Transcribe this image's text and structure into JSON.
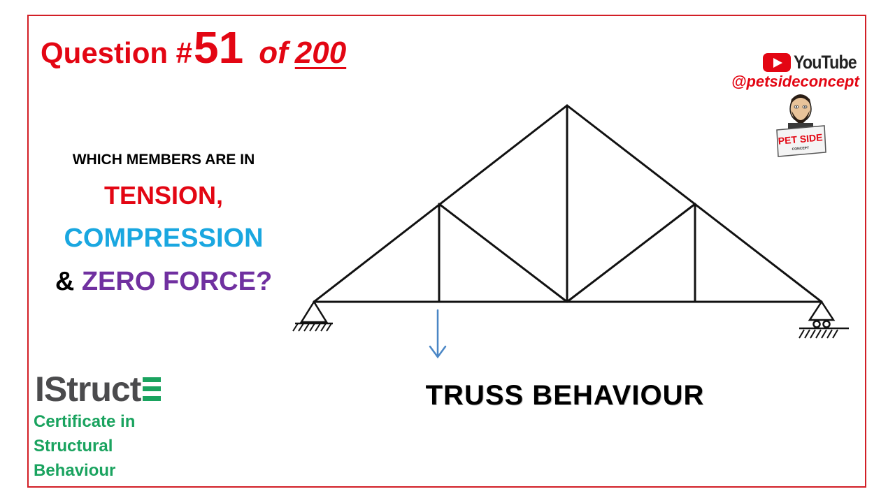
{
  "title": {
    "prefix": "Question #",
    "number": "51",
    "of": "of",
    "total": "200"
  },
  "question": {
    "line1": "WHICH MEMBERS ARE IN",
    "tension": "TENSION,",
    "compression": "COMPRESSION",
    "amp": "&",
    "zero_force": "ZERO FORCE?"
  },
  "branding": {
    "youtube_label": "YouTube",
    "handle": "@petsideconcept",
    "mascot_sign": "PET SIDE",
    "mascot_sub": "CONCEPT"
  },
  "diagram": {
    "caption": "TRUSS BEHAVIOUR",
    "load_icon": "down-arrow-icon",
    "left_support_icon": "pin-support-icon",
    "right_support_icon": "roller-support-icon"
  },
  "institution": {
    "name": "IStruct",
    "certificate_lines": [
      "Certificate in",
      "Structural",
      "Behaviour"
    ]
  },
  "colors": {
    "title_red": "#e30613",
    "tension_red": "#e30613",
    "compression_blue": "#1aa7e0",
    "zero_force_purple": "#7030a0",
    "istructe_green": "#1aa35f",
    "load_arrow_blue": "#4a86c5",
    "frame_red": "#d21f26"
  }
}
